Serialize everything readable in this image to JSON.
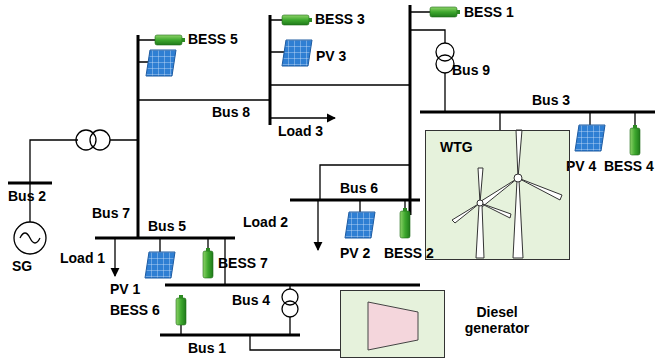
{
  "diagram": {
    "nodes": [
      {
        "text": [
          "WTG"
        ]
      },
      {
        "text": [
          "Diesel generator"
        ]
      }
    ],
    "labels": [
      "Bus 2",
      "SG",
      "Bus 7",
      "BESS 5",
      "Bus 8",
      "BESS 3",
      "PV 3",
      "Load 3",
      "BESS 1",
      "Bus 9",
      "Bus 3",
      "PV 4",
      "BESS 4",
      "Bus 5",
      "Load 1",
      "Load 2",
      "Bus 6",
      "PV 2",
      "BESS 2",
      "PV 1",
      "BESS 7",
      "Bus 4",
      "BESS 6",
      "Bus 1"
    ]
  }
}
